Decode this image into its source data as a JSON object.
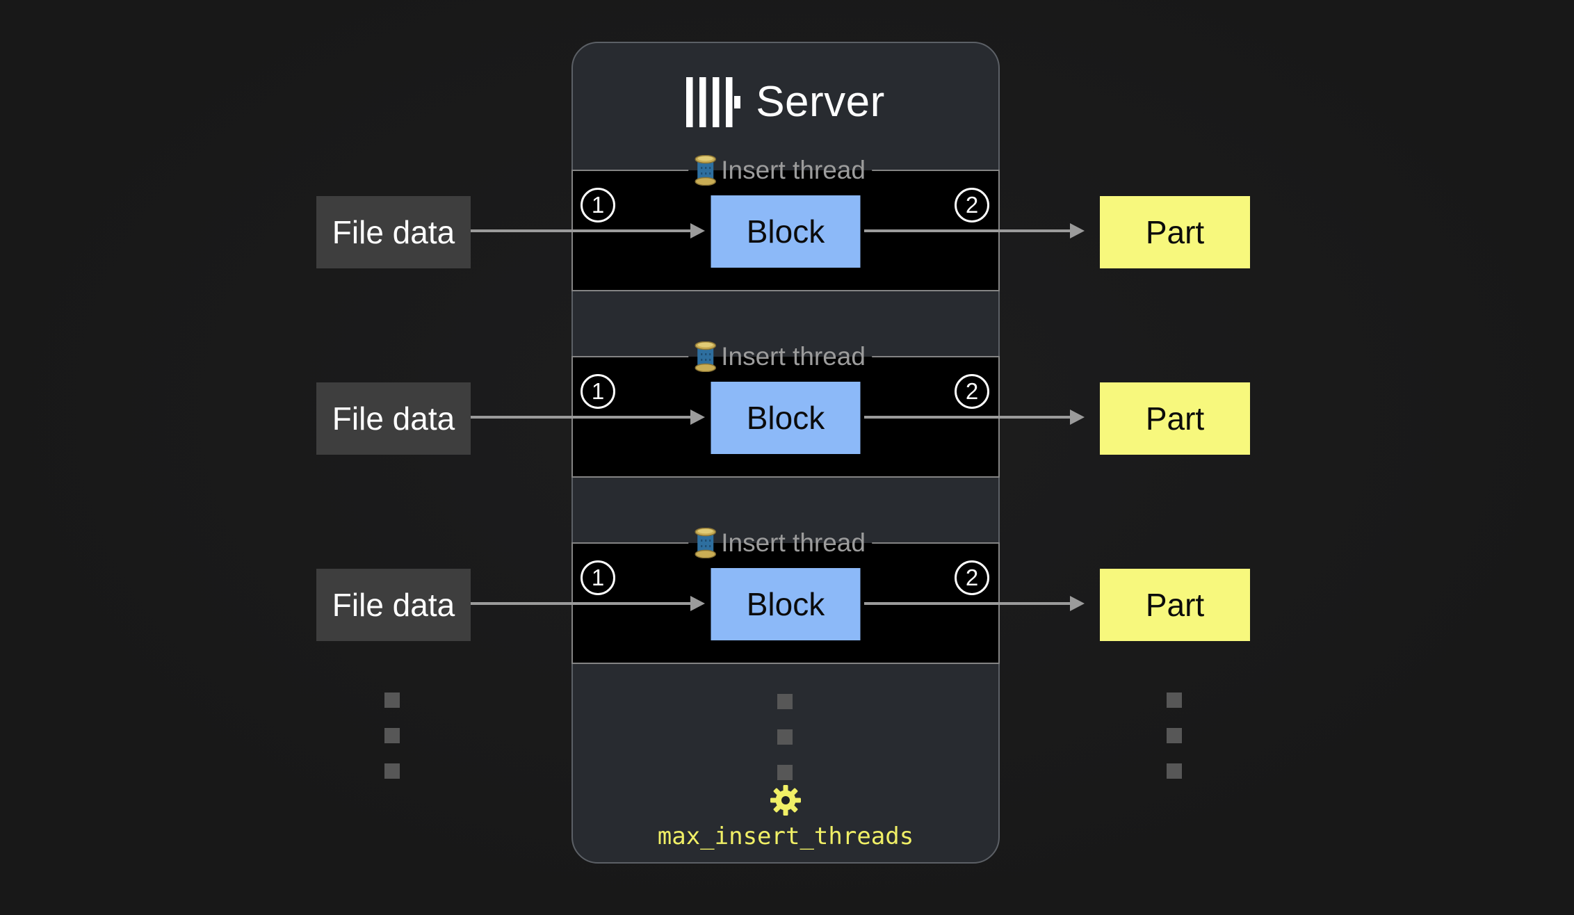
{
  "colors": {
    "background": "#191919",
    "panel_bg": "#282b30",
    "panel_border": "#5c6066",
    "band_bg": "#000000",
    "band_border": "#848484",
    "block_fill": "#8cb9f8",
    "part_fill": "#f7f87d",
    "file_fill": "#3e3e3e",
    "arrow": "#9b9b9b",
    "legend_text": "#9c9c9c",
    "setting_yellow": "#f0ef66",
    "dot_gray": "#575757",
    "text_light": "#ffffff",
    "text_dark": "#0b0b0b"
  },
  "server": {
    "title": "Server",
    "logo_icon": "clickhouse-logo",
    "setting": {
      "icon": "gear-icon",
      "label": "max_insert_threads"
    }
  },
  "threads": [
    {
      "legend_icon": "thread-spool-icon",
      "legend": "Insert thread",
      "step_in": "1",
      "block_label": "Block",
      "step_out": "2",
      "input_label": "File data",
      "output_label": "Part"
    },
    {
      "legend_icon": "thread-spool-icon",
      "legend": "Insert thread",
      "step_in": "1",
      "block_label": "Block",
      "step_out": "2",
      "input_label": "File data",
      "output_label": "Part"
    },
    {
      "legend_icon": "thread-spool-icon",
      "legend": "Insert thread",
      "step_in": "1",
      "block_label": "Block",
      "step_out": "2",
      "input_label": "File data",
      "output_label": "Part"
    }
  ],
  "continuation": {
    "columns": [
      "file-data-column",
      "insert-threads-column",
      "parts-column"
    ],
    "dots_per_column": 3
  }
}
